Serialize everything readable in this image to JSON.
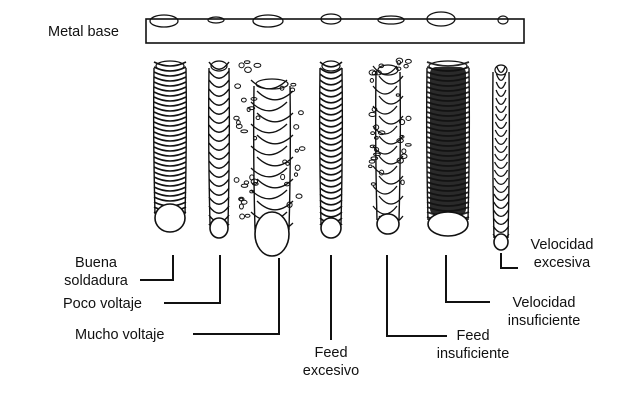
{
  "title": "Metal base",
  "colors": {
    "ink": "#111111",
    "background": "#ffffff"
  },
  "labels": {
    "buena_soldadura": [
      "Buena",
      "soldadura"
    ],
    "poco_voltaje": "Poco voltaje",
    "mucho_voltaje": "Mucho voltaje",
    "feed_excesivo": [
      "Feed",
      "excesivo"
    ],
    "feed_insuficiente": [
      "Feed",
      "insuficiente"
    ],
    "velocidad_insuficiente": [
      "Velocidad",
      "insuficiente"
    ],
    "velocidad_excesiva": [
      "Velocidad",
      "excesiva"
    ]
  }
}
